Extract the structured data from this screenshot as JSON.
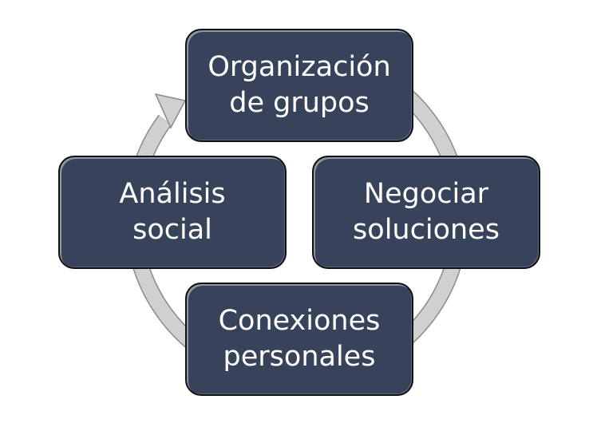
{
  "nodes": [
    {
      "id": "top",
      "line1": "Organización",
      "line2": "de grupos"
    },
    {
      "id": "right",
      "line1": "Negociar",
      "line2": "soluciones"
    },
    {
      "id": "bottom",
      "line1": "Conexiones",
      "line2": "personales"
    },
    {
      "id": "left",
      "line1": "Análisis",
      "line2": "social"
    }
  ],
  "colors": {
    "box_fill": "#36435a",
    "ring": "#cccccc",
    "text": "#ffffff"
  }
}
